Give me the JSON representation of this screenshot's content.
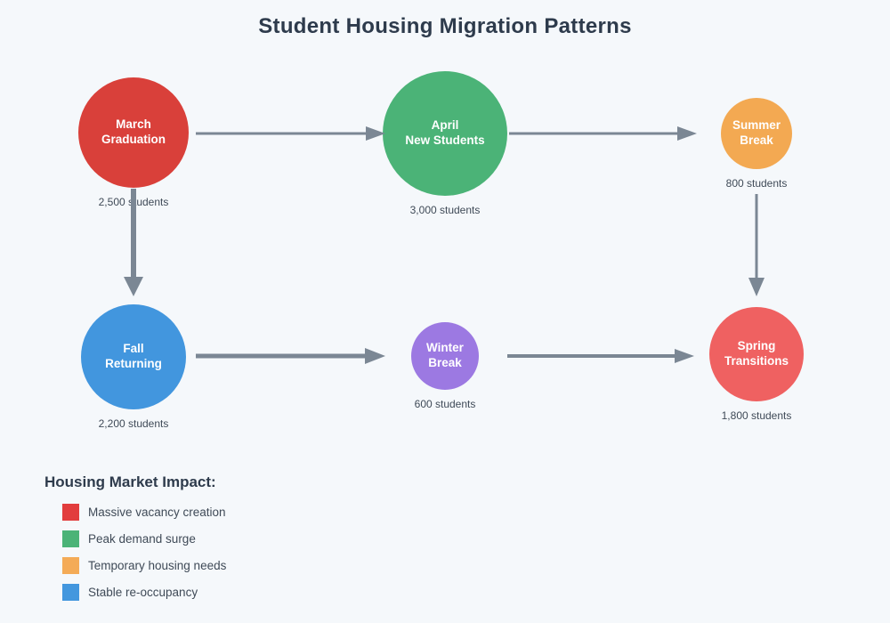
{
  "title": "Student Housing Migration Patterns",
  "diagram": {
    "arrow_color": "#7b8794",
    "nodes": {
      "march": {
        "line1": "March",
        "line2": "Graduation",
        "count": "2,500 students",
        "color": "#d9403a"
      },
      "april": {
        "line1": "April",
        "line2": "New Students",
        "count": "3,000 students",
        "color": "#4bb377"
      },
      "summer": {
        "line1": "Summer",
        "line2": "Break",
        "count": "800 students",
        "color": "#f3a952"
      },
      "fall": {
        "line1": "Fall",
        "line2": "Returning",
        "count": "2,200 students",
        "color": "#4296de"
      },
      "winter": {
        "line1": "Winter",
        "line2": "Break",
        "count": "600 students",
        "color": "#9c79e2"
      },
      "spring": {
        "line1": "Spring",
        "line2": "Transitions",
        "count": "1,800 students",
        "color": "#ef6161"
      }
    }
  },
  "legend": {
    "heading": "Housing Market Impact:",
    "items": [
      {
        "label": "Massive vacancy creation",
        "color": "#e23d3d"
      },
      {
        "label": "Peak demand surge",
        "color": "#4bb377"
      },
      {
        "label": "Temporary housing needs",
        "color": "#f4ab57"
      },
      {
        "label": "Stable re-occupancy",
        "color": "#4397de"
      }
    ]
  }
}
